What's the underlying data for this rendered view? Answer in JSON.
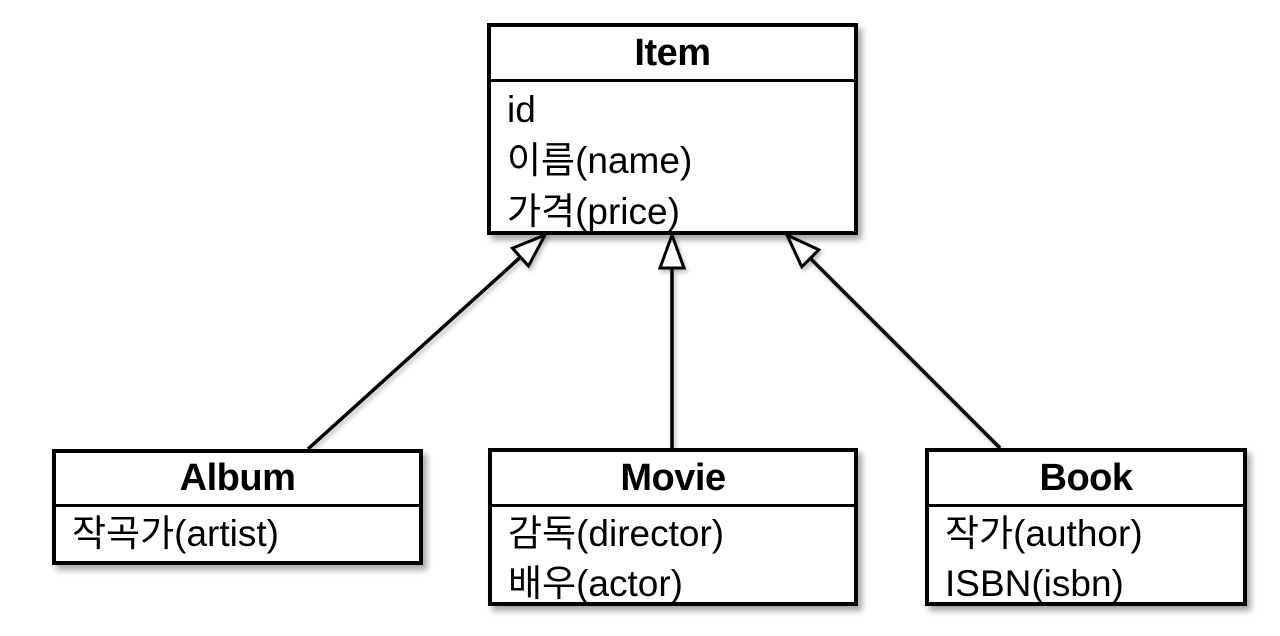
{
  "diagram": {
    "type": "uml-class-diagram",
    "colors": {
      "background": "#ffffff",
      "line": "#000000",
      "box_fill": "#ffffff",
      "shadow": "rgba(0,0,0,0.35)"
    },
    "classes": {
      "item": {
        "title": "Item",
        "attributes": [
          "id",
          "이름(name)",
          "가격(price)"
        ]
      },
      "album": {
        "title": "Album",
        "attributes": [
          "작곡가(artist)"
        ]
      },
      "movie": {
        "title": "Movie",
        "attributes": [
          "감독(director)",
          "배우(actor)"
        ]
      },
      "book": {
        "title": "Book",
        "attributes": [
          "작가(author)",
          "ISBN(isbn)"
        ]
      }
    },
    "relationships": [
      {
        "from": "Album",
        "to": "Item",
        "type": "generalization"
      },
      {
        "from": "Movie",
        "to": "Item",
        "type": "generalization"
      },
      {
        "from": "Book",
        "to": "Item",
        "type": "generalization"
      }
    ]
  }
}
